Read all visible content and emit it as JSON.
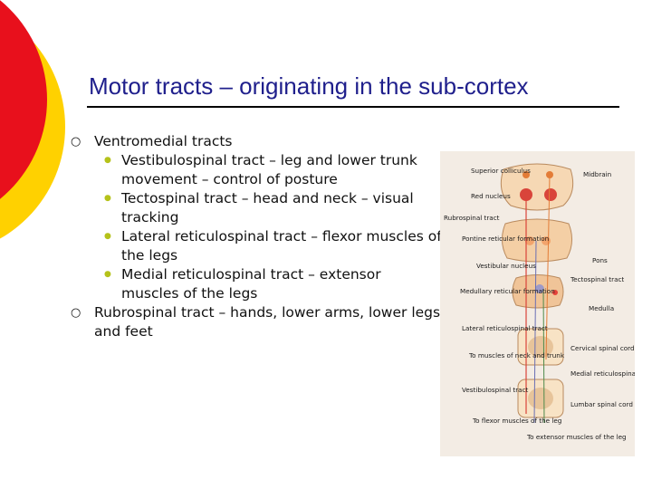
{
  "slide": {
    "title": "Motor tracts – originating in the sub-cortex",
    "bullets": [
      {
        "text": "Ventromedial tracts",
        "sub": [
          "Vestibulospinal tract – leg and lower trunk movement – control of posture",
          "Tectospinal tract – head and neck – visual tracking",
          "Lateral reticulospinal tract – flexor muscles of the legs",
          "Medial reticulospinal tract – extensor muscles of the legs"
        ]
      },
      {
        "text": "Rubrospinal tract – hands, lower arms, lower legs and feet"
      }
    ]
  },
  "figure": {
    "labels": {
      "superior_colliculus": "Superior colliculus",
      "midbrain": "Midbrain",
      "red_nucleus": "Red nucleus",
      "rubrospinal_tract": "Rubrospinal tract",
      "pontine_reticular_formation": "Pontine reticular formation",
      "vestibular_nucleus": "Vestibular nucleus",
      "pons": "Pons",
      "tectospinal_tract": "Tectospinal tract",
      "medullary_reticular_formation": "Medullary reticular formation",
      "medulla": "Medulla",
      "lateral_reticulospinal_tract": "Lateral reticulospinal tract",
      "to_neck_trunk": "To muscles of neck and trunk",
      "cervical_cord": "Cervical spinal cord",
      "vestibulospinal_tract": "Vestibulospinal tract",
      "medial_reticulospinal_tract": "Medial reticulospinal tract",
      "lumbar_cord": "Lumbar spinal cord",
      "to_flexor": "To flexor muscles of the leg",
      "to_extensor": "To extensor muscles of the leg"
    }
  },
  "colors": {
    "deco_red": "#e8101c",
    "deco_yellow": "#ffd100",
    "title": "#1f1f8c",
    "sub_bullet": "#b5c21a"
  }
}
